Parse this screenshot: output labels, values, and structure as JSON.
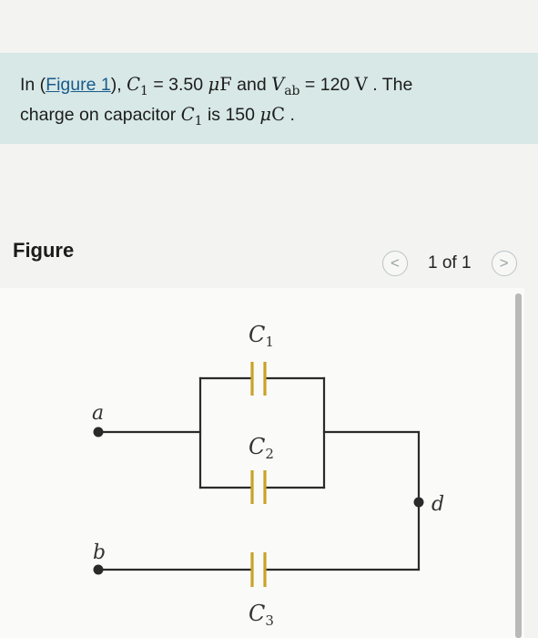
{
  "problem": {
    "prefix": "In (",
    "link": "Figure 1",
    "after_link": "), ",
    "c_sym": "C",
    "c_sub": "1",
    "eq1": " = 3.50 ",
    "mu": "μ",
    "unit_f": "F",
    "and": " and ",
    "v_sym": "V",
    "v_sub": "ab",
    "eq2": " = 120 ",
    "unit_v": "V",
    "the": " . The",
    "line2_a": "charge on capacitor ",
    "line2_b": " is 150 ",
    "unit_c": "C",
    "end": " ."
  },
  "figure": {
    "heading": "Figure",
    "page_label": "1 of 1",
    "prev_icon": "<",
    "next_icon": ">"
  },
  "circuit": {
    "node_a": "a",
    "node_b": "b",
    "node_d": "d",
    "cap1": "C",
    "cap1_sub": "1",
    "cap2": "C",
    "cap2_sub": "2",
    "cap3": "C",
    "cap3_sub": "3",
    "wire_color": "#2a2a2a",
    "plate_color": "#c9a227"
  }
}
